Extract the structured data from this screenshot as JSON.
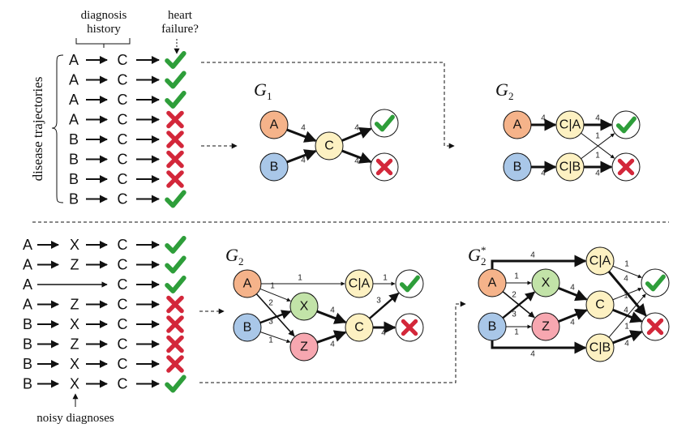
{
  "annotations": {
    "diagnosis_history": [
      "diagnosis",
      "history"
    ],
    "heart_failure": [
      "heart",
      "failure?"
    ],
    "disease_trajectories": "disease trajectories",
    "noisy_diagnoses": "noisy diagnoses"
  },
  "top_trajectories": [
    {
      "first": "A",
      "mid": "",
      "last": "C",
      "outcome": "check"
    },
    {
      "first": "A",
      "mid": "",
      "last": "C",
      "outcome": "check"
    },
    {
      "first": "A",
      "mid": "",
      "last": "C",
      "outcome": "check"
    },
    {
      "first": "A",
      "mid": "",
      "last": "C",
      "outcome": "cross"
    },
    {
      "first": "B",
      "mid": "",
      "last": "C",
      "outcome": "cross"
    },
    {
      "first": "B",
      "mid": "",
      "last": "C",
      "outcome": "cross"
    },
    {
      "first": "B",
      "mid": "",
      "last": "C",
      "outcome": "cross"
    },
    {
      "first": "B",
      "mid": "",
      "last": "C",
      "outcome": "check"
    }
  ],
  "bottom_trajectories": [
    {
      "first": "A",
      "mid": "X",
      "last": "C",
      "outcome": "check"
    },
    {
      "first": "A",
      "mid": "Z",
      "last": "C",
      "outcome": "check"
    },
    {
      "first": "A",
      "mid": "",
      "last": "C",
      "outcome": "check"
    },
    {
      "first": "A",
      "mid": "Z",
      "last": "C",
      "outcome": "cross"
    },
    {
      "first": "B",
      "mid": "X",
      "last": "C",
      "outcome": "cross"
    },
    {
      "first": "B",
      "mid": "Z",
      "last": "C",
      "outcome": "cross"
    },
    {
      "first": "B",
      "mid": "X",
      "last": "C",
      "outcome": "cross"
    },
    {
      "first": "B",
      "mid": "X",
      "last": "C",
      "outcome": "check"
    }
  ],
  "graphs": {
    "g1": {
      "symbol": "G",
      "sub": "1",
      "sup": ""
    },
    "g2_top": {
      "symbol": "G",
      "sub": "2",
      "sup": ""
    },
    "g2_bottom": {
      "symbol": "G",
      "sub": "2",
      "sup": ""
    },
    "g2_star": {
      "symbol": "G",
      "sub": "2",
      "sup": "*"
    }
  },
  "node_labels": {
    "A": "A",
    "B": "B",
    "C": "C",
    "X": "X",
    "Z": "Z",
    "CA": "C|A",
    "CB": "C|B"
  },
  "edge_weights": {
    "g1": [
      "4",
      "4",
      "4",
      "4"
    ],
    "g2_top": [
      "4",
      "4",
      "4",
      "1",
      "1",
      "4"
    ],
    "g2_bottom": [
      "1",
      "1",
      "2",
      "3",
      "1",
      "4",
      "4",
      "3",
      "4",
      "1"
    ],
    "g2_star": [
      "4",
      "1",
      "2",
      "3",
      "1",
      "4",
      "4",
      "4",
      "1",
      "4",
      "1",
      "4",
      "1",
      "4"
    ]
  },
  "colors": {
    "A": "#f5b38a",
    "B": "#a9c7e8",
    "C": "#fdf1c2",
    "X": "#c2e3a8",
    "Z": "#f7a7b0",
    "check": "#2e9e3a",
    "cross": "#d3273a"
  }
}
